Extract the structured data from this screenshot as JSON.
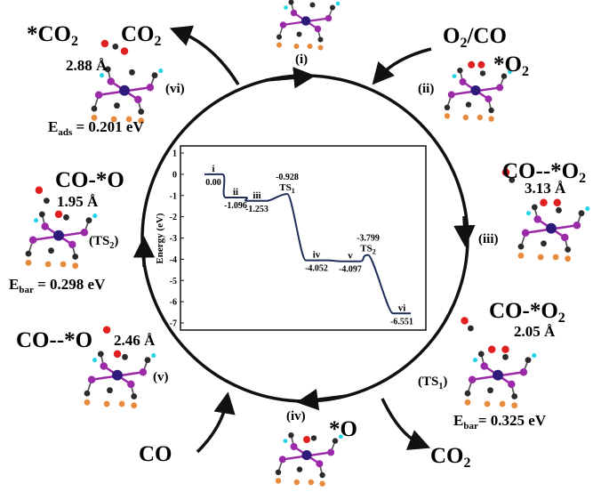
{
  "colors": {
    "atom_metal": "#2e1a7a",
    "atom_p": "#9a2aa8",
    "atom_c": "#2b2b2b",
    "atom_h": "#23d6e6",
    "atom_o": "#e02020",
    "atom_f": "#e88a3c",
    "curve": "#1f2f5a"
  },
  "labels": {
    "co2_tl_star": "*CO",
    "co2_tl_star_sub": "2",
    "co2_top": "CO",
    "co2_top_sub": "2",
    "o2co": "O",
    "o2co_sub": "2",
    "o2co_rest": "/CO",
    "o2_star": "*O",
    "o2_star_sub": "2",
    "co_o_star": "CO-*O",
    "co_dash_o2": "CO--*O",
    "co_dash_o2_sub": "2",
    "co_o2_star": "CO-*O",
    "co_o2_star_sub": "2",
    "co_dash_o": "CO--*O",
    "o_star": "*O",
    "co_bottom": "CO",
    "co2_bottom": "CO",
    "co2_bottom_sub": "2",
    "dist_vi": "2.88 Å",
    "dist_ts2": "1.95 Å",
    "dist_iii": "3.13 Å",
    "dist_ts1": "2.05 Å",
    "dist_v": "2.46 Å",
    "step_i": "(i)",
    "step_ii": "(ii)",
    "step_iii": "(iii)",
    "step_iv": "(iv)",
    "step_v": "(v)",
    "step_vi": "(vi)",
    "step_ts1": "(TS",
    "step_ts1_sub": "1",
    "step_ts2": "(TS",
    "step_ts2_sub": "2",
    "eads": "E",
    "eads_sub": "ads",
    "eads_val": " = 0.201 eV",
    "ebar1": "E",
    "ebar1_sub": "bar",
    "ebar1_val": "= 0.325 eV",
    "ebar2": "E",
    "ebar2_sub": "bar",
    "ebar2_val": " = 0.298 eV"
  },
  "chart_data": {
    "type": "line",
    "ylabel": "Energy (eV)",
    "xlabel": "",
    "ylim": [
      -7,
      1
    ],
    "yticks": [
      "1",
      "0",
      "-1",
      "-2",
      "-3",
      "-4",
      "-5",
      "-6",
      "-7"
    ],
    "points": [
      {
        "name": "i",
        "value": 0.0,
        "label": "0.00"
      },
      {
        "name": "ii",
        "value": -1.096,
        "label": "-1.096"
      },
      {
        "name": "iii",
        "value": -1.253,
        "label": "-1.253"
      },
      {
        "name": "TS1",
        "value": -0.928,
        "label": "-0.928",
        "sub": "1"
      },
      {
        "name": "iv",
        "value": -4.052,
        "label": "-4.052"
      },
      {
        "name": "v",
        "value": -4.097,
        "label": "-4.097"
      },
      {
        "name": "TS2",
        "value": -3.799,
        "label": "-3.799",
        "sub": "2"
      },
      {
        "name": "vi",
        "value": -6.551,
        "label": "-6.551"
      }
    ]
  }
}
